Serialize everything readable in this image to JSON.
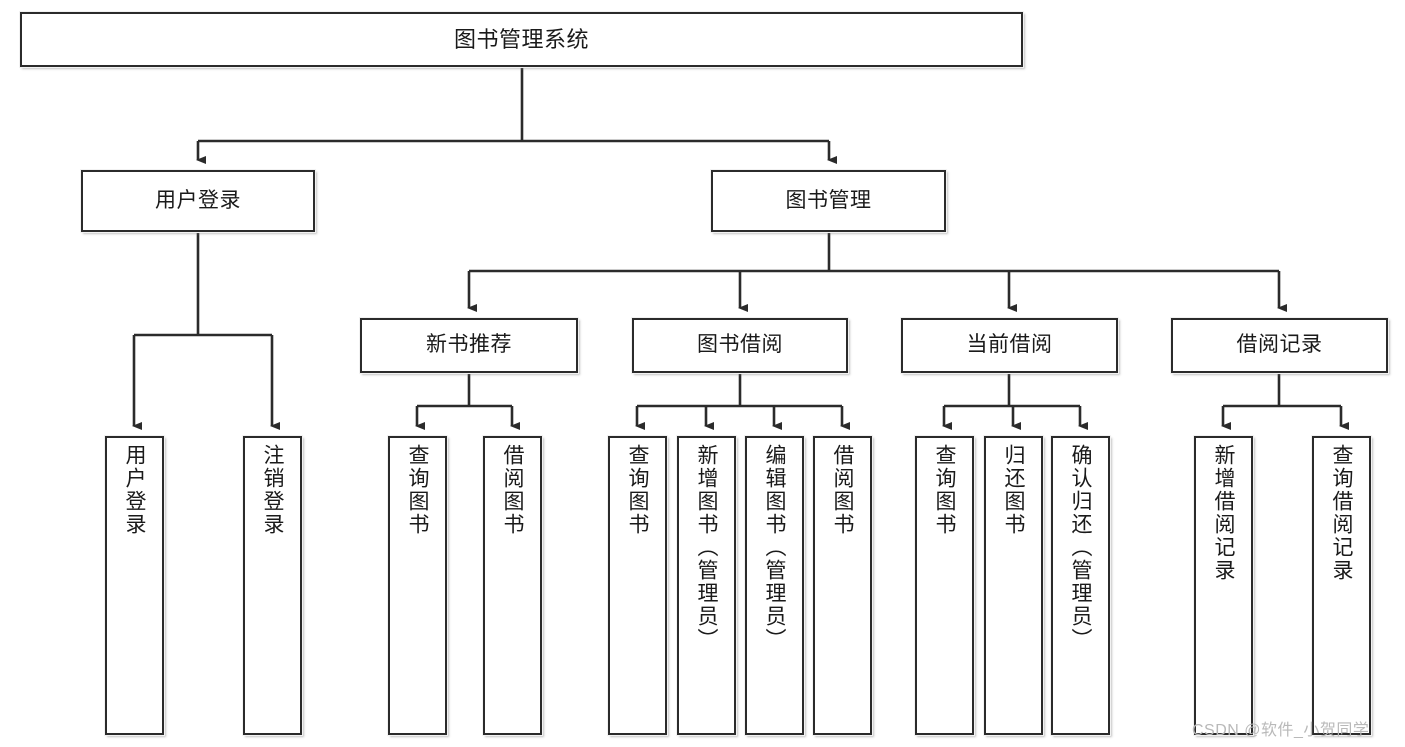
{
  "diagram": {
    "type": "tree",
    "title": "图书管理系统",
    "root": {
      "label": "图书管理系统"
    },
    "level2": [
      {
        "label": "用户登录"
      },
      {
        "label": "图书管理"
      }
    ],
    "level3": [
      {
        "label": "新书推荐"
      },
      {
        "label": "图书借阅"
      },
      {
        "label": "当前借阅"
      },
      {
        "label": "借阅记录"
      }
    ],
    "leaves_user_login": [
      {
        "label": "用户登录"
      },
      {
        "label": "注销登录"
      }
    ],
    "leaves_new_books": [
      {
        "label": "查询图书"
      },
      {
        "label": "借阅图书"
      }
    ],
    "leaves_book_borrow": [
      {
        "label": "查询图书"
      },
      {
        "label": "新增图书（管理员）"
      },
      {
        "label": "编辑图书（管理员）"
      },
      {
        "label": "借阅图书"
      }
    ],
    "leaves_current_borrow": [
      {
        "label": "查询图书"
      },
      {
        "label": "归还图书"
      },
      {
        "label": "确认归还（管理员）"
      }
    ],
    "leaves_borrow_records": [
      {
        "label": "新增借阅记录"
      },
      {
        "label": "查询借阅记录"
      }
    ],
    "watermark": "CSDN @软件_小贺同学",
    "colors": {
      "border": "#2b2b2b",
      "text": "#1a1a1a",
      "background": "#ffffff",
      "watermark": "#b9b9b9"
    }
  }
}
